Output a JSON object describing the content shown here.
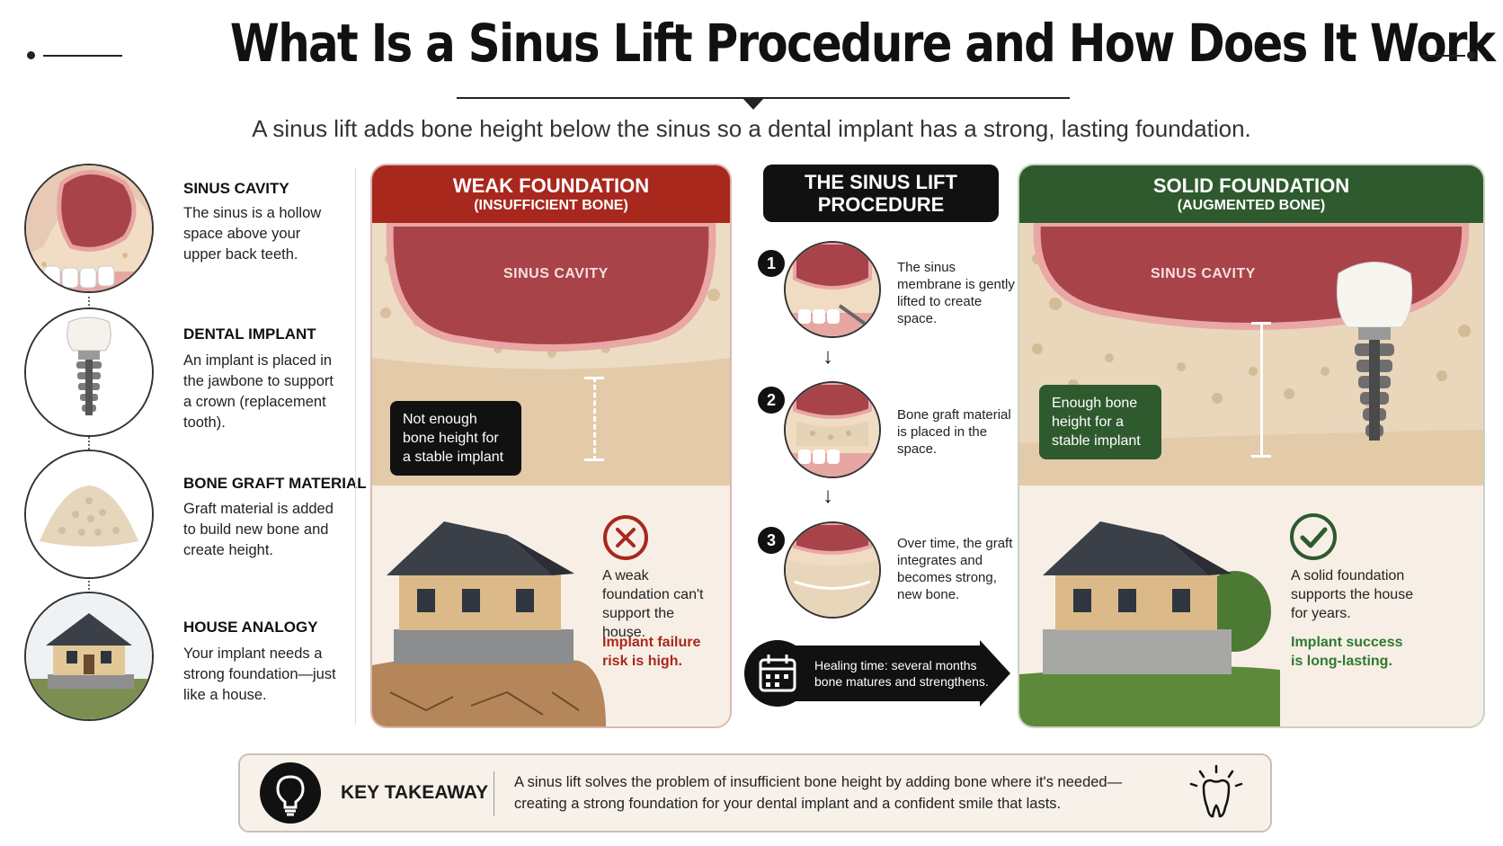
{
  "header": {
    "title": "What Is a Sinus Lift Procedure and How Does It Work",
    "subtitle": "A sinus lift adds bone height below the sinus so a dental implant has a strong, lasting foundation."
  },
  "legend": [
    {
      "title": "SINUS CAVITY",
      "desc": "The sinus is a hollow space above your upper back teeth."
    },
    {
      "title": "DENTAL IMPLANT",
      "desc": "An implant is placed in the jawbone to support a crown (replacement tooth)."
    },
    {
      "title": "BONE GRAFT MATERIAL",
      "desc": "Graft material is added to build new bone and create height."
    },
    {
      "title": "HOUSE ANALOGY",
      "desc": "Your implant needs a strong foundation—just like a house."
    }
  ],
  "weak": {
    "title": "WEAK FOUNDATION",
    "subtitle": "(INSUFFICIENT BONE)",
    "sinus_label": "SINUS CAVITY",
    "box": "Not enough bone height for a stable implant",
    "verdict": "A weak foundation can't support the house.",
    "risk": "Implant failure risk is high."
  },
  "procedure": {
    "title_line1": "THE SINUS LIFT",
    "title_line2": "PROCEDURE",
    "steps": [
      {
        "num": "1",
        "text": "The sinus membrane is gently lifted to create space."
      },
      {
        "num": "2",
        "text": "Bone graft material is placed in the space."
      },
      {
        "num": "3",
        "text": "Over time, the graft integrates and becomes strong, new bone."
      }
    ],
    "healing_line1": "Healing time: several months",
    "healing_line2": "bone matures and strengthens."
  },
  "solid": {
    "title": "SOLID FOUNDATION",
    "subtitle": "(AUGMENTED BONE)",
    "sinus_label": "SINUS CAVITY",
    "box": "Enough bone height for a stable implant",
    "verdict": "A solid foundation supports the house for years.",
    "success": "Implant success is long-lasting."
  },
  "takeaway": {
    "label": "KEY TAKEAWAY",
    "text": "A sinus lift solves the problem of insufficient bone height by adding bone where it's needed—creating a strong foundation for your dental implant and a confident smile that lasts."
  },
  "colors": {
    "weak_red": "#a8281e",
    "solid_green": "#2e5a2e",
    "sinus": "#a9434a",
    "bone": "#e9d6bb"
  },
  "icons": [
    "lightbulb-icon",
    "tooth-icon",
    "calendar-icon",
    "x-circle-icon",
    "check-circle-icon"
  ]
}
